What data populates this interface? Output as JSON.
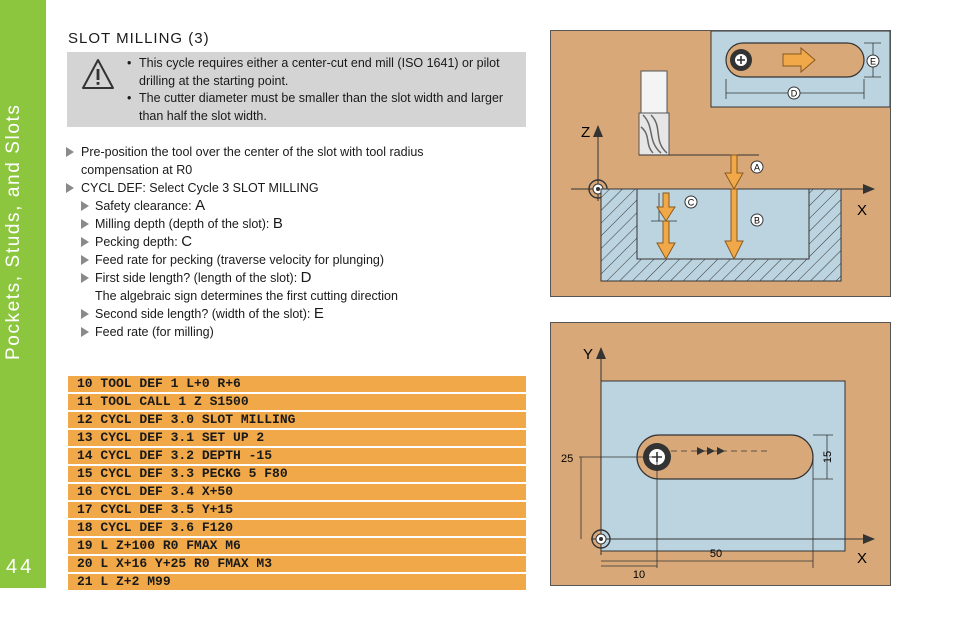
{
  "sidebar": {
    "title": "Pockets, Studs, and Slots",
    "page_number": "44"
  },
  "section_title": "SLOT MILLING  (3)",
  "note": {
    "items": [
      "This cycle requires either a center-cut end mill (ISO 1641) or pilot drilling at the starting point.",
      "The cutter diameter must be smaller than the slot width and larger than half the slot width."
    ]
  },
  "instructions": {
    "prepos": "Pre-position the tool over the center of the slot with tool radius",
    "prepos2": "compensation at  R0",
    "cycl": "CYCL DEF: Select Cycle 3 SLOT MILLING",
    "safety": "Safety  clearance:",
    "safety_v": "A",
    "depth": "Milling depth (depth of the slot):",
    "depth_v": "B",
    "peck": "Pecking  depth:",
    "peck_v": "C",
    "feedpeck": "Feed rate for pecking (traverse velocity for plunging)",
    "first": "First side length? (length of the slot):",
    "first_v": "D",
    "first2": "The algebraic sign determines the first cutting direction",
    "second": "Second side length? (width of the slot):",
    "second_v": "E",
    "feedmill": "Feed rate (for milling)"
  },
  "code_lines": [
    "10 TOOL DEF 1 L+0 R+6",
    "11 TOOL CALL 1 Z S1500",
    "12 CYCL DEF 3.0 SLOT MILLING",
    "13 CYCL DEF 3.1 SET UP 2",
    "14 CYCL DEF 3.2 DEPTH -15",
    "15 CYCL DEF 3.3 PECKG 5 F80",
    "16 CYCL DEF 3.4 X+50",
    "17 CYCL DEF 3.5 Y+15",
    "18 CYCL DEF 3.6 F120",
    "19 L Z+100 R0 FMAX M6",
    "20 L X+16 Y+25 R0 FMAX M3",
    "21 L Z+2 M99"
  ],
  "fig1": {
    "z": "Z",
    "x": "X",
    "a": "A",
    "b": "B",
    "c": "C",
    "d": "D",
    "e": "E"
  },
  "fig2": {
    "y": "Y",
    "x": "X",
    "d25": "25",
    "d15": "15",
    "d50": "50",
    "d10": "10"
  },
  "colors": {
    "sidebar": "#8cc63f",
    "code_bg": "#f0a848",
    "fig_bg": "#d8a878",
    "fig_blue": "#bcd4e0",
    "arrow": "#f0a848"
  }
}
